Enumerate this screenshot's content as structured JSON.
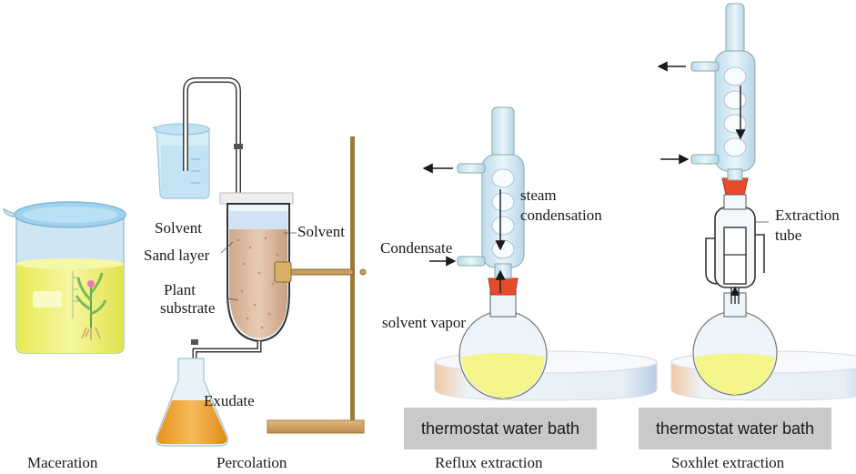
{
  "captions": {
    "maceration": "Maceration",
    "percolation": "Percolation",
    "reflux": "Reflux extraction",
    "soxhlet": "Soxhlet extraction"
  },
  "percolation_labels": {
    "solvent_left": "Solvent",
    "sand_layer": "Sand layer",
    "plant_line1": "Plant",
    "plant_line2": "substrate",
    "solvent_right": "Solvent",
    "exudate": "Exudate"
  },
  "reflux_labels": {
    "steam_line1": "steam",
    "steam_line2": "condensation",
    "condensate": "Condensate",
    "solvent_vapor": "solvent vapor",
    "bath": "thermostat water bath"
  },
  "soxhlet_labels": {
    "extraction_line1": "Extraction",
    "extraction_line2": "tube",
    "bath": "thermostat water bath"
  },
  "colors": {
    "bath_gray": "#c9c9c9",
    "liquid_yellow": "#f2f26a",
    "glass_blue": "#cfe6f2",
    "orange_exudate": "#f0a030",
    "stopper_red": "#e84a2c",
    "sand": "#d9b79c"
  }
}
